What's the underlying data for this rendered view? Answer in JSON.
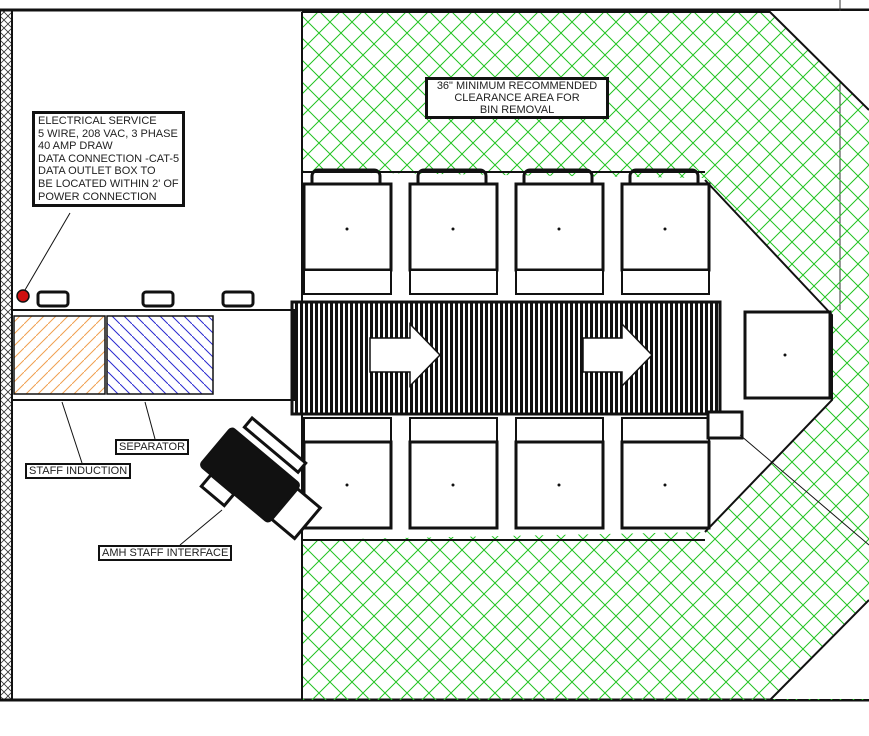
{
  "labels": {
    "electrical": [
      "ELECTRICAL SERVICE",
      "5 WIRE, 208 VAC, 3 PHASE",
      "40 AMP DRAW",
      "DATA CONNECTION -CAT-5",
      "DATA OUTLET BOX TO",
      "BE LOCATED WITHIN 2' OF",
      "POWER CONNECTION"
    ],
    "clearance": [
      "36\" MINIMUM RECOMMENDED",
      "CLEARANCE AREA FOR",
      "BIN REMOVAL"
    ],
    "staff_induction": "STAFF INDUCTION",
    "separator": "SEPARATOR",
    "amh_staff_interface": "AMH STAFF INTERFACE"
  },
  "colors": {
    "clearance_hatch": "#22c322",
    "induction_hatch": "#f0a050",
    "separator_hatch": "#2a2ad0",
    "power_point": "#d01010"
  }
}
